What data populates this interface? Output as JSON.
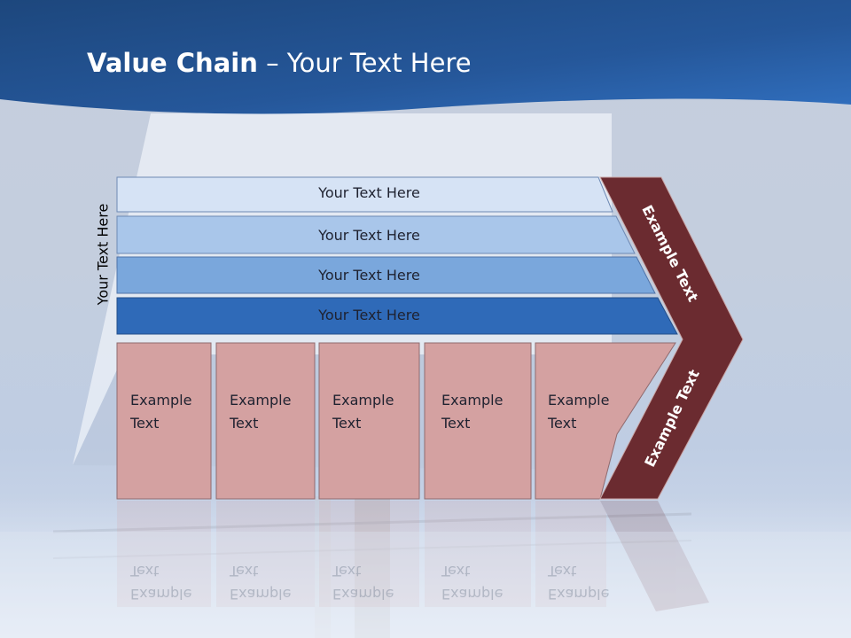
{
  "slide": {
    "title_bold": "Value Chain",
    "title_rest": " – Your Text Here",
    "side_label": "Your Text Here",
    "bars": [
      {
        "label": "Your Text Here",
        "color": "#d6e3f5"
      },
      {
        "label": "Your Text Here",
        "color": "#a9c6ea"
      },
      {
        "label": "Your Text Here",
        "color": "#7aa7dc"
      },
      {
        "label": "Your Text Here",
        "color": "#2f6ab8"
      }
    ],
    "boxes": [
      {
        "line1": "Example",
        "line2": "Text"
      },
      {
        "line1": "Example",
        "line2": "Text"
      },
      {
        "line1": "Example",
        "line2": "Text"
      },
      {
        "line1": "Example",
        "line2": "Text"
      },
      {
        "line1": "Example",
        "line2": "Text"
      }
    ],
    "chevron_upper": "Example Text",
    "chevron_lower": "Example Text",
    "colors": {
      "header_blue": "#24548f",
      "box_fill": "#d4a1a1",
      "chevron_fill": "#6b2b30"
    }
  }
}
